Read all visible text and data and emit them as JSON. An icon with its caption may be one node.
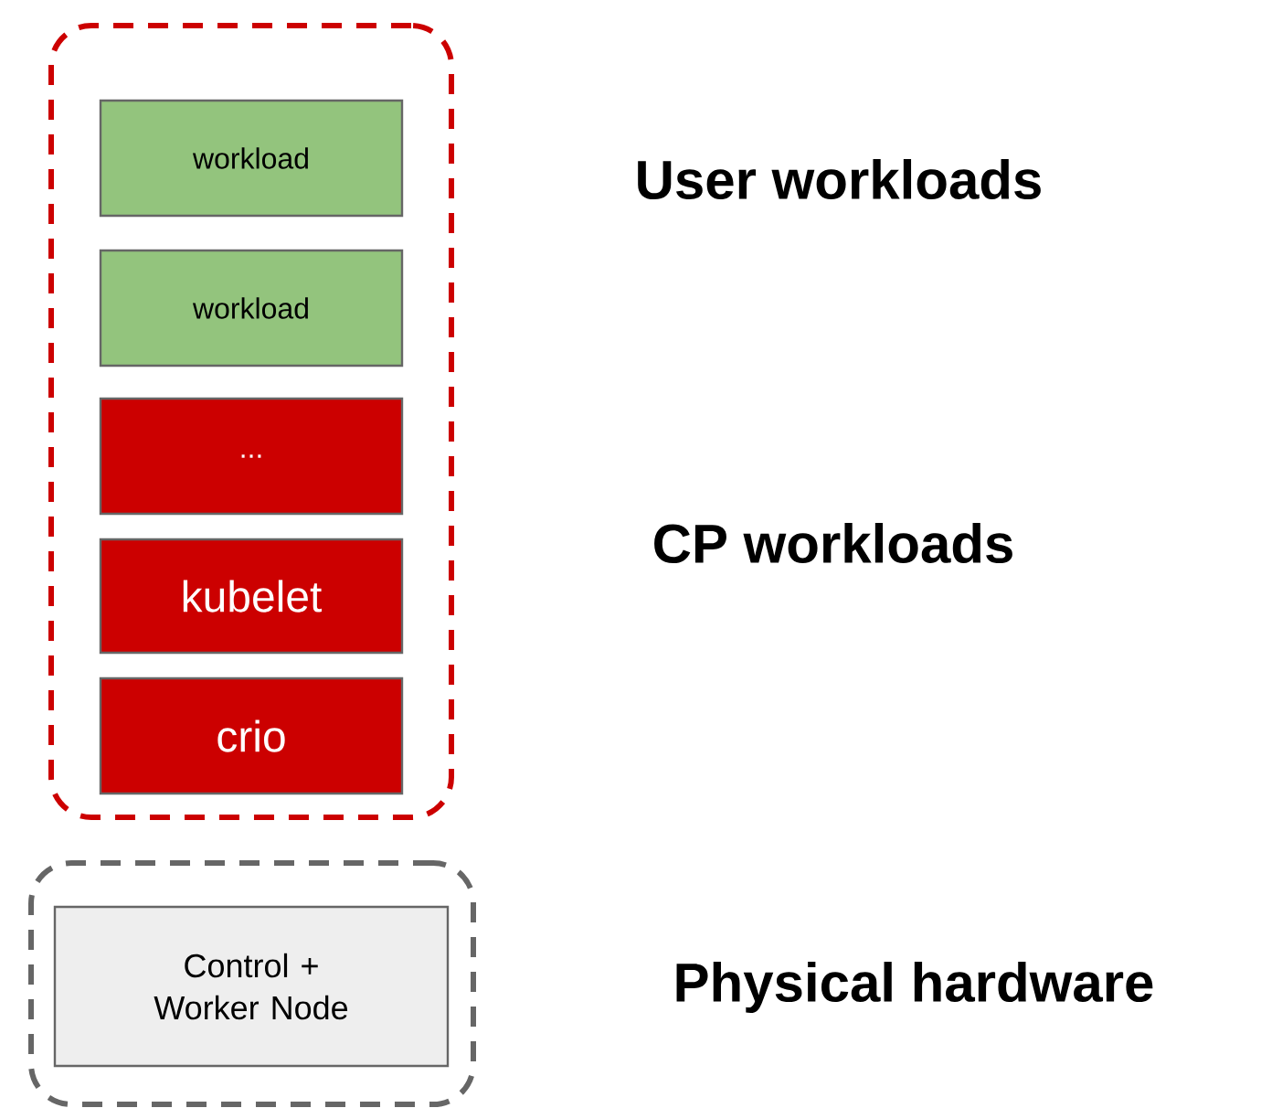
{
  "diagram": {
    "nodes": [
      {
        "text": [],
        "shape": "box"
      },
      {
        "text": [
          "workload"
        ],
        "in": 0
      },
      {
        "text": [
          "workload"
        ],
        "in": 0
      },
      {
        "text": [
          "..."
        ],
        "in": 0
      },
      {
        "text": [
          "kubelet"
        ],
        "in": 0
      },
      {
        "text": [
          "crio"
        ],
        "in": 0
      },
      {
        "text": [],
        "shape": "box"
      },
      {
        "text": [
          "Control + Worker Node"
        ],
        "in": 6
      }
    ],
    "labels": [
      "User workloads",
      "CP workloads",
      "Physical hardware"
    ]
  }
}
